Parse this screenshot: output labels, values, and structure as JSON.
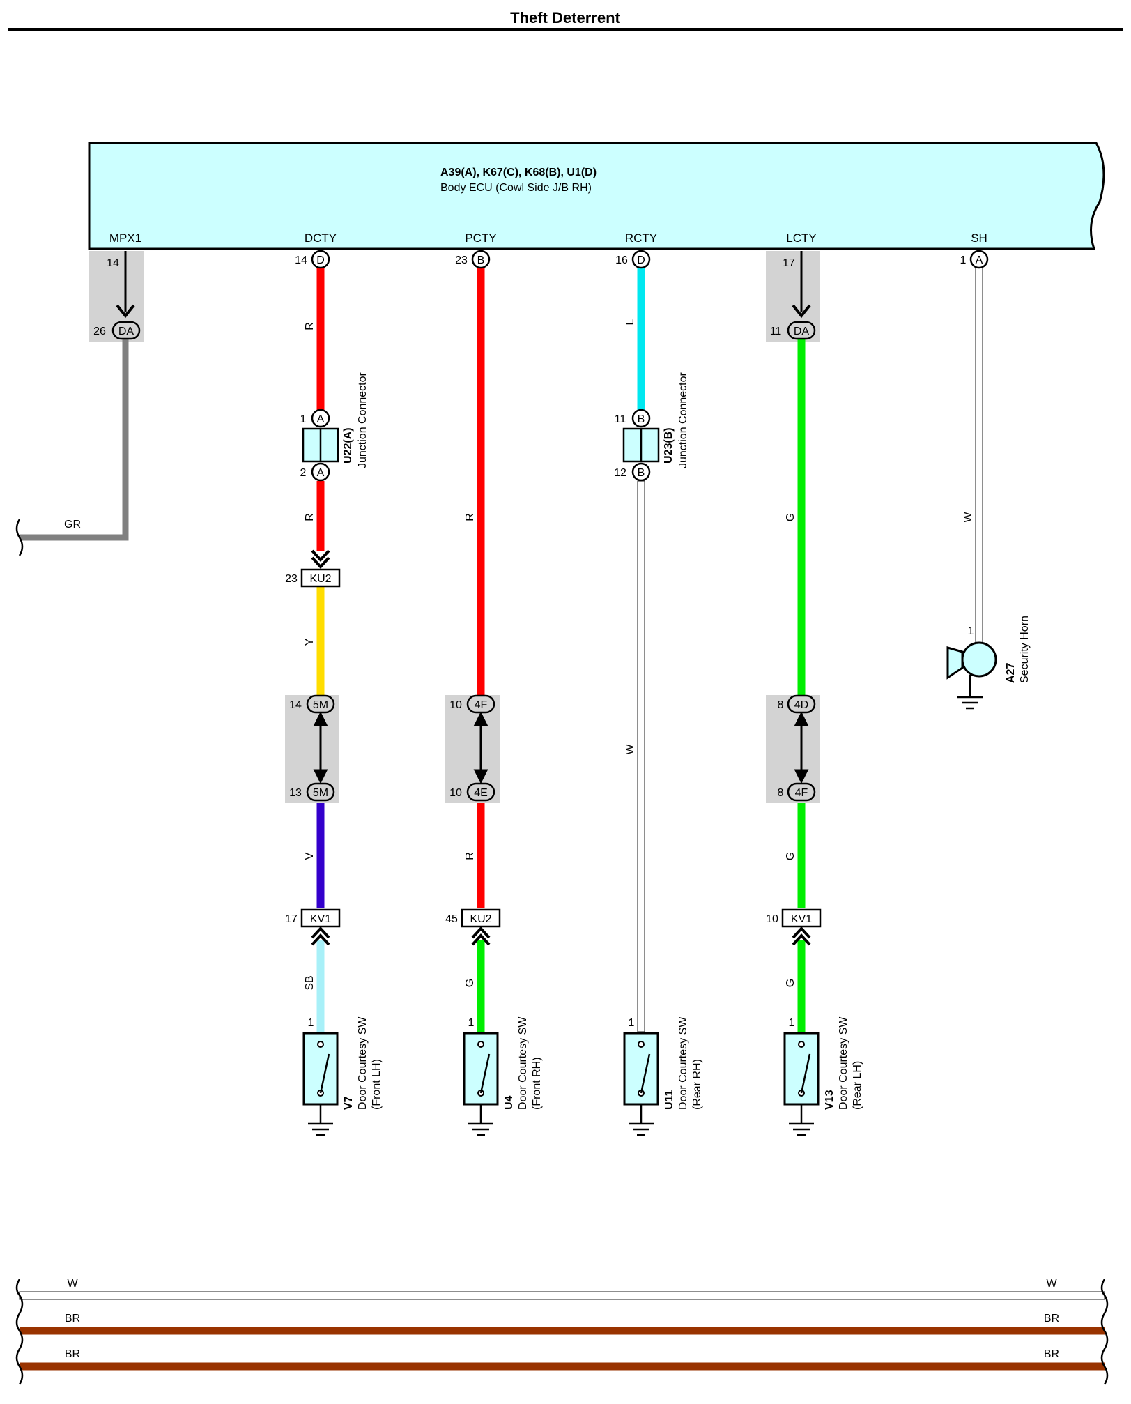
{
  "header": {
    "title": "Theft Deterrent"
  },
  "ecu": {
    "codes": "A39(A), K67(C), K68(B), U1(D)",
    "name": "Body ECU (Cowl Side J/B RH)",
    "fill": "#ccffff",
    "terminals": [
      "MPX1",
      "DCTY",
      "PCTY",
      "RCTY",
      "LCTY",
      "SH"
    ]
  },
  "colors": {
    "R": "#ff0000",
    "Y": "#ffdd00",
    "V": "#3300cc",
    "SB": "#a8f0f8",
    "G": "#00ee00",
    "L": "#00e8f0",
    "GR": "#808080",
    "W": "#ffffff",
    "BR": "#993300"
  },
  "pins": {
    "mpx1_ecu": "14",
    "mpx1_da": "26",
    "dcty_ecu": "14",
    "pcty_ecu": "23",
    "rcty_ecu": "16",
    "lcty_ecu": "17",
    "sh_ecu": "1",
    "lcty_da": "11",
    "u22_in": "1",
    "u22_out": "2",
    "u23_in": "11",
    "u23_out": "12",
    "ku2_dcty": "23",
    "ku2_pcty": "45",
    "j_5m_top": "14",
    "j_5m_bot": "13",
    "j_4f_top": "10",
    "j_4e_bot": "10",
    "j_4d_top": "8",
    "j_4f_bot": "8",
    "kv1_dcty": "17",
    "kv1_lcty": "10",
    "sw_v7": "1",
    "sw_u4": "1",
    "sw_u11": "1",
    "sw_v13": "1",
    "horn": "1"
  },
  "pills": {
    "D": "D",
    "B": "B",
    "A": "A",
    "DA": "DA",
    "5M": "5M",
    "4F": "4F",
    "4E": "4E",
    "4D": "4D"
  },
  "boxes": {
    "KU2": "KU2",
    "KV1": "KV1"
  },
  "wire_labels": {
    "R": "R",
    "Y": "Y",
    "V": "V",
    "SB": "SB",
    "G": "G",
    "L": "L",
    "W": "W",
    "GR": "GR",
    "BR": "BR"
  },
  "junctions": {
    "u22": {
      "code": "U22(A)",
      "name": "Junction Connector"
    },
    "u23": {
      "code": "U23(B)",
      "name": "Junction Connector"
    }
  },
  "switches": {
    "v7": {
      "code": "V7",
      "name": "Door Courtesy SW",
      "pos": "(Front LH)"
    },
    "u4": {
      "code": "U4",
      "name": "Door Courtesy SW",
      "pos": "(Front RH)"
    },
    "u11": {
      "code": "U11",
      "name": "Door Courtesy SW",
      "pos": "(Rear RH)"
    },
    "v13": {
      "code": "V13",
      "name": "Door Courtesy SW",
      "pos": "(Rear LH)"
    }
  },
  "horn": {
    "code": "A27",
    "name": "Security Horn"
  }
}
